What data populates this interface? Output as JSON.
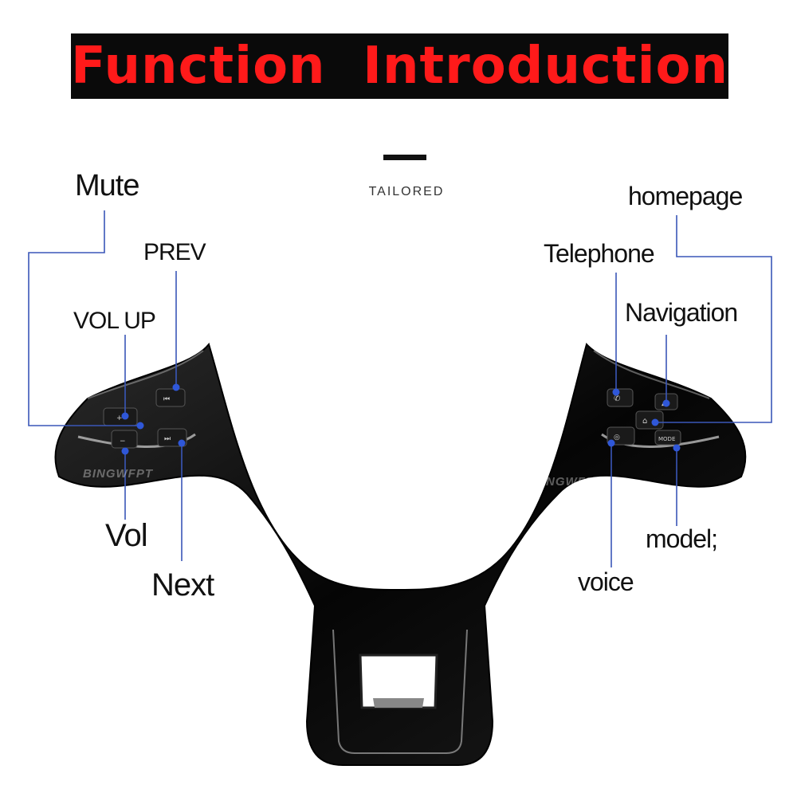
{
  "banner": {
    "title": "Function  Introduction"
  },
  "brand": "TAILORED",
  "watermark": "BINGWFPT",
  "labels": {
    "mute": "Mute",
    "prev": "PREV",
    "vol_up": "VOL UP",
    "vol": "Vol",
    "next": "Next",
    "homepage": "homepage",
    "telephone": "Telephone",
    "navigation": "Navigation",
    "model": "model;",
    "voice": "voice"
  },
  "colors": {
    "banner_bg": "#0a0a0a",
    "banner_text": "#ff1a1a",
    "leader_line": "#3a57b8",
    "dot": "#2f57d8",
    "wheel": "#0b0b0b"
  }
}
